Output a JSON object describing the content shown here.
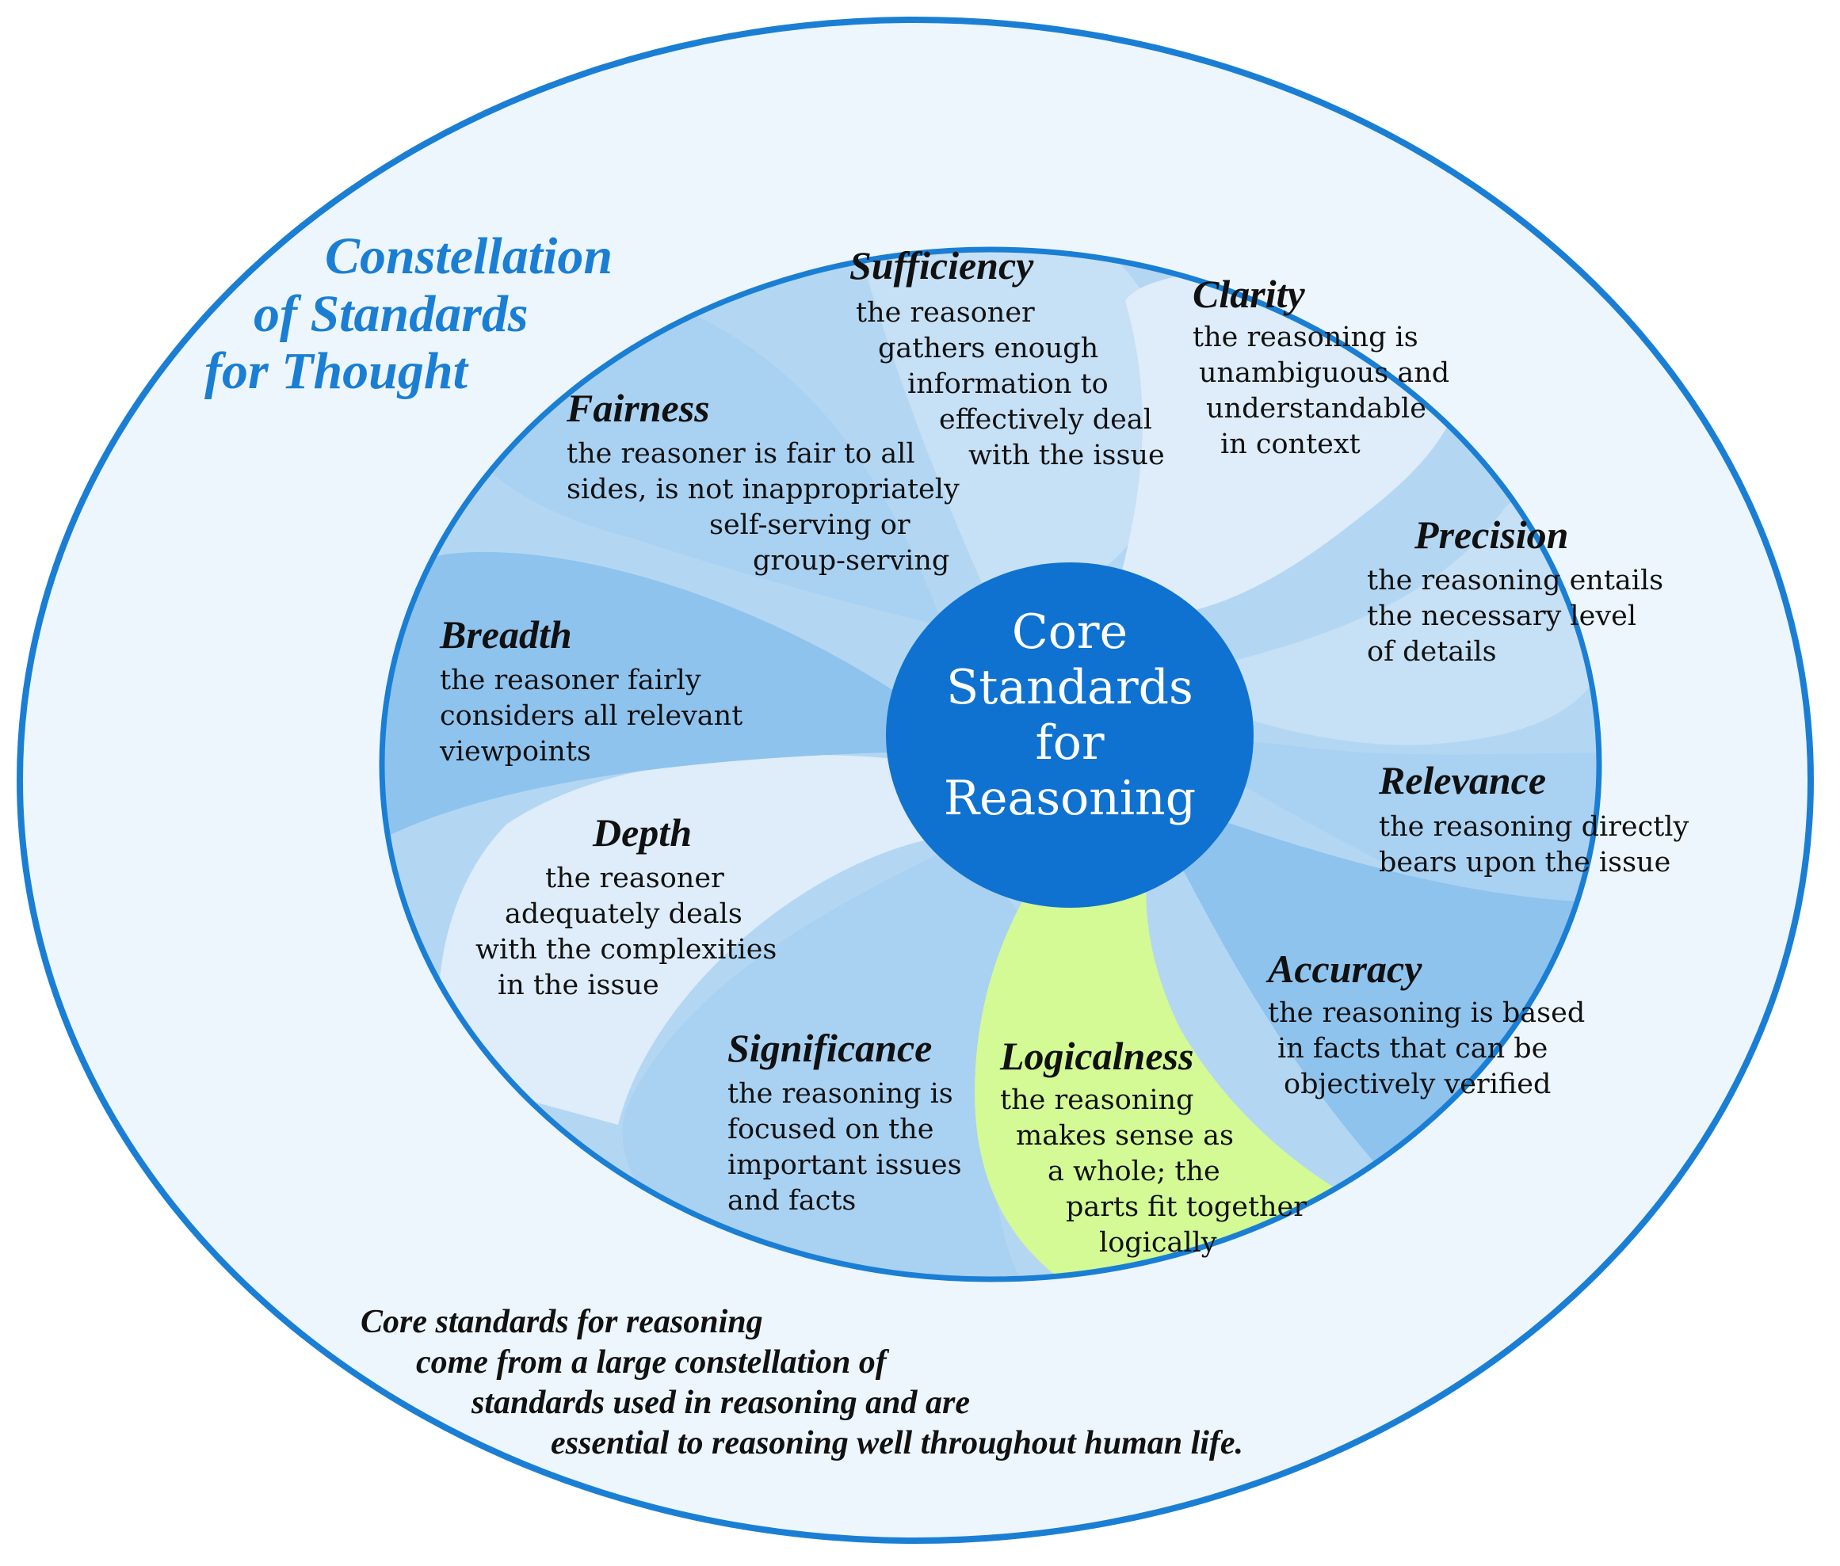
{
  "title": [
    "Constellation",
    "of Standards",
    "for Thought"
  ],
  "core": [
    "Core",
    "Standards",
    "for",
    "Reasoning"
  ],
  "standards": [
    {
      "name": "Sufficiency",
      "lines": [
        "the reasoner",
        "gathers enough",
        "information to",
        "effectively deal",
        "with the issue"
      ]
    },
    {
      "name": "Clarity",
      "lines": [
        "the reasoning is",
        "unambiguous and",
        "understandable",
        "in context"
      ]
    },
    {
      "name": "Fairness",
      "lines": [
        "the reasoner is fair to all",
        "sides, is not inappropriately",
        "self-serving or",
        "group-serving"
      ]
    },
    {
      "name": "Precision",
      "lines": [
        "the reasoning entails",
        "the necessary level",
        "of details"
      ]
    },
    {
      "name": "Breadth",
      "lines": [
        "the reasoner fairly",
        "considers all relevant",
        "viewpoints"
      ]
    },
    {
      "name": "Relevance",
      "lines": [
        "the reasoning directly",
        "bears upon the issue"
      ]
    },
    {
      "name": "Depth",
      "lines": [
        "the reasoner",
        "adequately deals",
        "with the complexities",
        "in the issue"
      ]
    },
    {
      "name": "Accuracy",
      "lines": [
        "the reasoning is based",
        "in facts that can be",
        "objectively verified"
      ]
    },
    {
      "name": "Significance",
      "lines": [
        "the reasoning is",
        "focused on the",
        "important issues",
        "and facts"
      ]
    },
    {
      "name": "Logicalness",
      "lines": [
        "the reasoning",
        "makes sense as",
        "a whole; the",
        "parts fit together",
        "logically"
      ]
    }
  ],
  "footer": [
    "Core standards for reasoning",
    "come from a large constellation of",
    "standards used in reasoning and are",
    "essential to reasoning well throughout human life."
  ],
  "colors": {
    "outer_fill": "#eef6fd",
    "ring_stroke": "#1a7fd4",
    "petal_light": "#deedf9",
    "petal_mid": "#c6e0f5",
    "petal_blue": "#a9d1f2",
    "petal_deep": "#8ec3ee",
    "logicalness": "#d3fa95",
    "core_fill": "#0f72d0",
    "title": "#1a7fd4"
  }
}
